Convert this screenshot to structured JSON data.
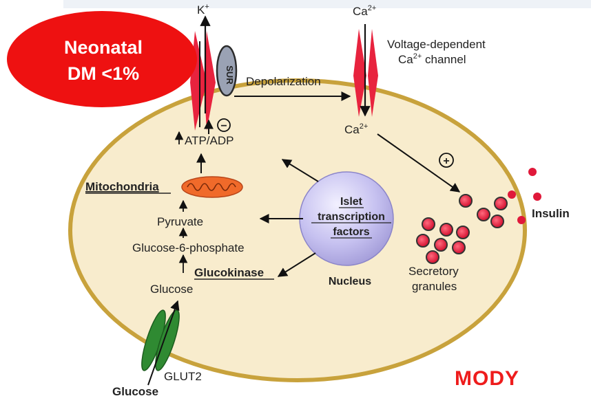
{
  "badge": {
    "line1": "Neonatal",
    "line2": "DM <1%",
    "color": "#ee1111"
  },
  "labels": {
    "k_base": "K",
    "k_sup": "+",
    "ca_top_base": "Ca",
    "ca_top_sup": "2+",
    "channel_line1": "Voltage-dependent",
    "channel_line2_base": "Ca",
    "channel_line2_sup": "2+",
    "channel_line2_rest": " channel",
    "sur": "SUR",
    "depolarization": "Depolarization",
    "ca_inner_base": "Ca",
    "ca_inner_sup": "2+",
    "minus": "−",
    "plus": "+",
    "atp_adp": "ATP/ADP",
    "mitochondria": "Mitochondria",
    "pyruvate": "Pyruvate",
    "g6p": "Glucose-6-phosphate",
    "glucokinase": "Glucokinase",
    "glucose_inner": "Glucose",
    "nucleus_line1": "Islet",
    "nucleus_line2": "transcription",
    "nucleus_line3": "factors",
    "nucleus": "Nucleus",
    "secretory_line1": "Secretory",
    "secretory_line2": "granules",
    "insulin": "Insulin",
    "glut2": "GLUT2",
    "glucose_outer": "Glucose",
    "mody": "MODY"
  },
  "colors": {
    "cell_fill": "#f8eccd",
    "cell_stroke": "#c8a23c",
    "channel_red": "#e8233e",
    "mito": "#f06a2a",
    "glut_green": "#2f8a32",
    "nucleus": "#c4bff0",
    "granule": "#e0193a",
    "mody": "#ee1c1c"
  }
}
